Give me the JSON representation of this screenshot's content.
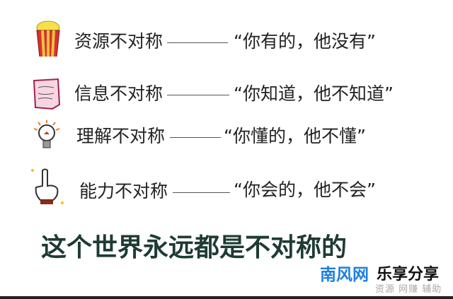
{
  "rows": [
    {
      "icon": "popcorn-icon",
      "label": "资源不对称",
      "quote": "“你有的，他没有”"
    },
    {
      "icon": "document-icon",
      "label": "信息不对称",
      "quote": "“你知道，他不知道”"
    },
    {
      "icon": "lightbulb-icon",
      "label": "理解不对称",
      "quote": "“你懂的，他不懂”"
    },
    {
      "icon": "pointing-finger-icon",
      "label": "能力不对称",
      "quote": "“你会的，他不会”"
    }
  ],
  "title": "这个世界永远都是不对称的",
  "watermark": {
    "brand": "南风网",
    "slogan": "乐享分享",
    "tags": "资源 网赚 辅助"
  },
  "colors": {
    "title": "#1e3b34",
    "brand": "#1e7fe0"
  }
}
